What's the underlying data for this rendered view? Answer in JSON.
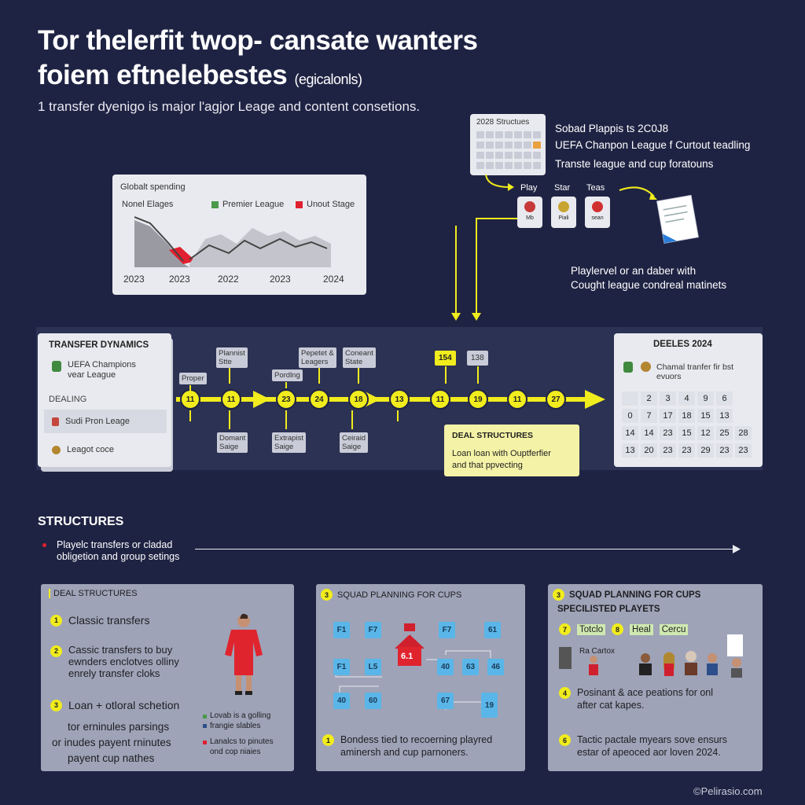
{
  "header": {
    "title_line1": "Tor thelerfit twop- cansate wanters",
    "title_line2": "foiem eftnelebestes",
    "title_paren": "(egicalonls)",
    "subtitle": "1 transfer dyenigo is major l'agjor Leage and content consetions."
  },
  "calendar_top": {
    "title": "2028 Structues",
    "notes": [
      "Sobad Plappis ts 2C0J8",
      "UEFA Chanpon League f Curtout teadling",
      "Transte league and cup foratouns"
    ]
  },
  "player_cards": [
    "Play",
    "Star",
    "Teas"
  ],
  "player_card_captions": [
    "Mb",
    "Piali",
    "sean"
  ],
  "player_note": [
    "Playlervel or an daber with",
    "Cought league condreal matinets"
  ],
  "chart": {
    "title": "Globalt spending",
    "legend": [
      "Nonel Elages",
      "Premier League",
      "Unout Stage"
    ],
    "x_labels": [
      "2023",
      "2023",
      "2022",
      "2023",
      "2024"
    ]
  },
  "transfer_dynamics": {
    "title": "TRANSFER DYNAMICS",
    "item1": [
      "UEFA Champions",
      "vear League"
    ],
    "section": "DEALING",
    "item2": "Sudi Pron Leage",
    "item3": "Leagot coce"
  },
  "timeline": {
    "nodes": [
      "11",
      "11",
      "23",
      "24",
      "18",
      "13",
      "11",
      "19",
      "11",
      "27"
    ],
    "labels_top": [
      [
        "Proper"
      ],
      [
        "Plannist",
        "Stte"
      ],
      [
        "Pordlng"
      ],
      [
        "Pepetet &",
        "Leagers"
      ],
      [
        "Coneant",
        "State"
      ]
    ],
    "labels_top_right": [
      "154",
      "138"
    ],
    "labels_bottom": [
      [
        "Domant",
        "Saige"
      ],
      [
        "Extrapist",
        "Saige"
      ],
      [
        "Ceiraid",
        "Saige"
      ]
    ]
  },
  "deal_callout": {
    "title": "DEAL STRUCTURES",
    "text": [
      "Loan loan with Ouptferfier",
      "and that ppvecting"
    ]
  },
  "deeles": {
    "title": "DEELES 2024",
    "text": [
      "Chamal tranfer fir bst",
      "evuors"
    ],
    "grid": [
      [
        "",
        "2",
        "3",
        "4",
        "9",
        "6"
      ],
      [
        "0",
        "7",
        "17",
        "18",
        "15",
        "13"
      ],
      [
        "14",
        "14",
        "23",
        "15",
        "12",
        "25",
        "28"
      ],
      [
        "13",
        "20",
        "23",
        "23",
        "29",
        "23",
        "23"
      ]
    ]
  },
  "structures": {
    "title": "STRUCTURES",
    "text": [
      "Playelc transfers or cladad",
      "obligetion and group setings"
    ]
  },
  "panel1": {
    "title": "DEAL STRUCTURES",
    "items": [
      {
        "num": "1",
        "text": [
          "Classic transfers"
        ]
      },
      {
        "num": "2",
        "text": [
          "Cassic transfers to buy",
          "ewnders enclotves olliny",
          "enrely transfer cloks"
        ]
      },
      {
        "num": "3",
        "text": [
          "Loan + otloral schetion"
        ]
      }
    ],
    "footer": [
      "tor erninules parsings",
      "or inudes payent rninutes",
      "payent cup nathes"
    ],
    "legend": [
      "Lovab is a golling",
      "frangie slables",
      "Lanalcs to pinutes",
      "ond cop niaies"
    ]
  },
  "panel2": {
    "num": "3",
    "title": "SQUAD PLANNING FOR CUPS",
    "boxes": [
      "F1",
      "F7",
      "F7",
      "61",
      "F1",
      "L5",
      "40",
      "63",
      "46",
      "40",
      "60",
      "67",
      "19"
    ],
    "house": "6.1",
    "footer": [
      "Bondess tied to recoerning playred",
      "aminersh and cup parnoners."
    ]
  },
  "panel3": {
    "num": "3",
    "title": "SQUAD PLANNING FOR CUPS",
    "subtitle": "SPECILISTED PLAYETS",
    "tags": [
      {
        "num": "7",
        "text": "Totclo"
      },
      {
        "num": "8",
        "text": "Heal"
      },
      {
        "num": "",
        "text": "Cercu"
      }
    ],
    "player_label": "Ra Cartox",
    "items": [
      {
        "num": "4",
        "text": [
          "Posinant & ace peations for onl",
          "after cat kapes."
        ]
      },
      {
        "num": "6",
        "text": [
          "Tactic pactale myears sove ensurs",
          "estar of apeoced aor loven 2024."
        ]
      }
    ]
  },
  "watermark": "©Pelirasio.com",
  "colors": {
    "background": "#1f2343",
    "accent_yellow": "#f1ec1d",
    "panel": "#9ea3b7",
    "blue_box": "#5ab6e8",
    "red": "#e0202e"
  }
}
